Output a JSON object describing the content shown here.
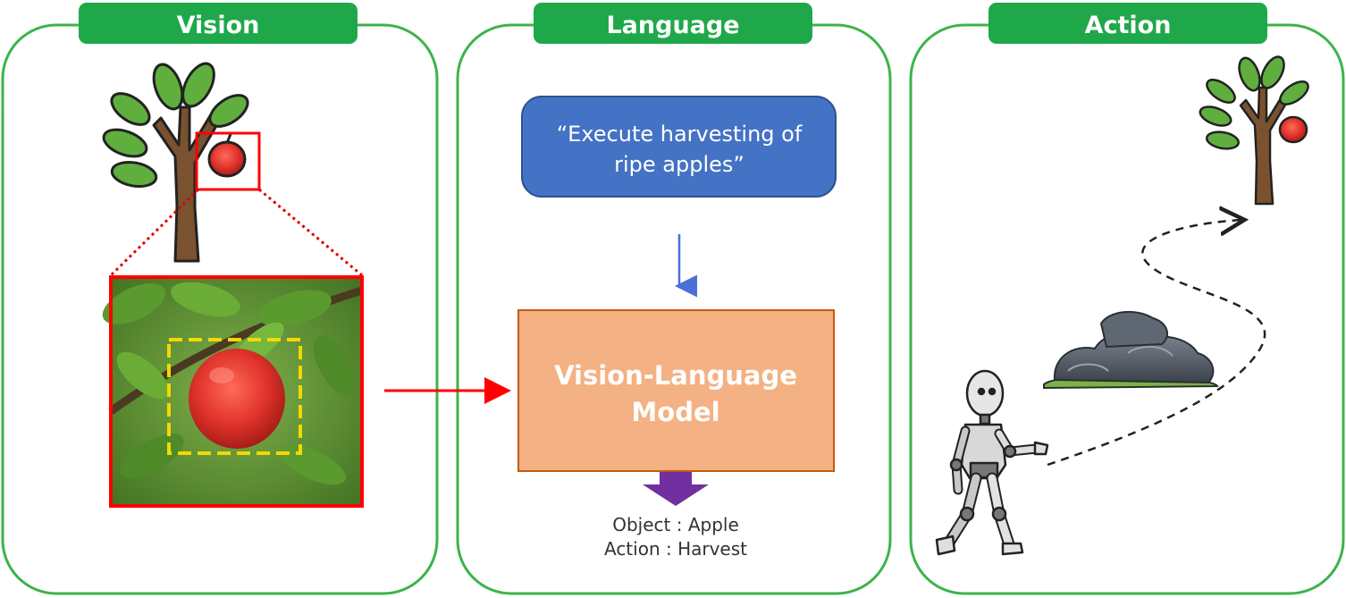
{
  "panels": {
    "vision": {
      "title_initial": "V",
      "title_rest": "ision"
    },
    "language": {
      "title_initial": "L",
      "title_rest": "anguage"
    },
    "action": {
      "title_initial": "A",
      "title_rest": "ction"
    }
  },
  "language": {
    "prompt_line1": "“Execute harvesting of",
    "prompt_line2": "ripe apples”",
    "model_line1": "Vision-Language",
    "model_line2": "Model",
    "output_line1": "Object : Apple",
    "output_line2": "Action : Harvest"
  },
  "colors": {
    "panel_border": "#3cb44b",
    "title_fill": "#1fa84a",
    "prompt_box": "#4472c4",
    "model_box": "#f4b183",
    "output_arrow": "#7030a0",
    "highlight_red": "#ff0000",
    "highlight_yellow": "#f5d800"
  }
}
